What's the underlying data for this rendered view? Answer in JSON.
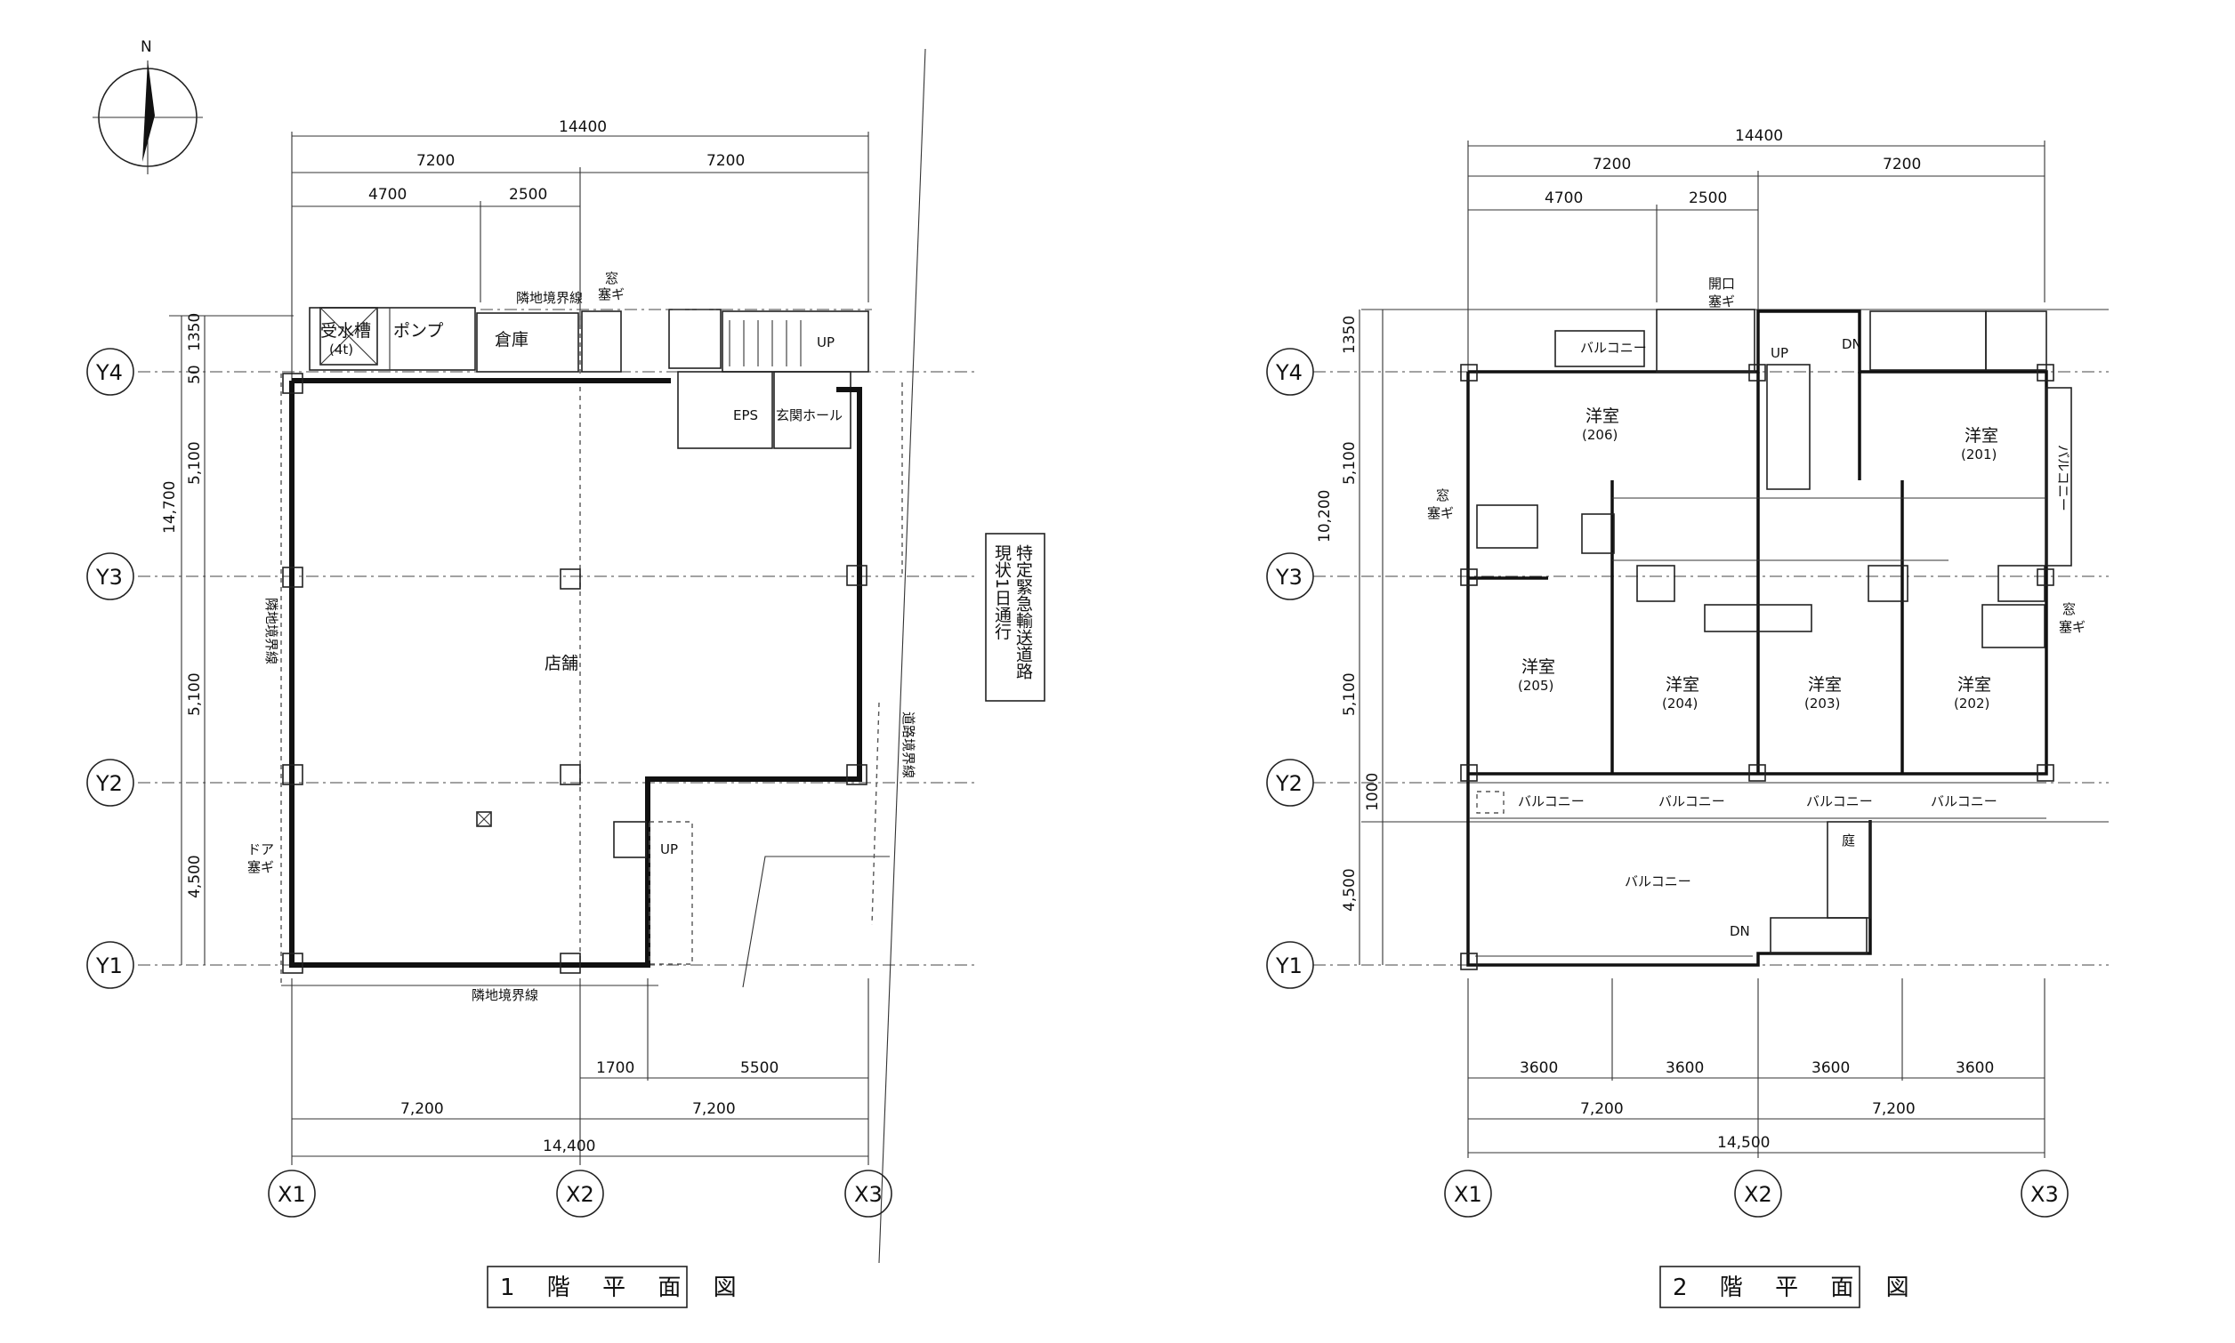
{
  "compass": {
    "north": "N"
  },
  "grid": {
    "x": [
      "X1",
      "X2",
      "X3"
    ],
    "y": [
      "Y1",
      "Y2",
      "Y3",
      "Y4"
    ]
  },
  "floor1": {
    "title": "1 階 平 面 図",
    "dims_top": {
      "total": "14400",
      "half_left": "7200",
      "half_right": "7200",
      "sub_a": "4700",
      "sub_b": "2500"
    },
    "dims_left": {
      "top_a": "1350",
      "top_b": "50",
      "a": "5,100",
      "b": "5,100",
      "c": "4,500",
      "total": "14,700"
    },
    "dims_bottom": {
      "a": "1700",
      "b": "5500",
      "half_left": "7,200",
      "half_right": "7,200",
      "total": "14,400"
    },
    "rooms": {
      "water_tank": "受水槽",
      "water_tank_cap": "(4t)",
      "pump": "ポンプ",
      "storage": "倉庫",
      "up": "UP",
      "eps": "EPS",
      "hall": "玄関ホール",
      "shop": "店舗",
      "stair_up": "UP",
      "window": "窓",
      "window_sub": "塞ギ",
      "door": "ドア",
      "door_sub": "塞ギ"
    },
    "boundary": {
      "top": "隣地境界線",
      "left": "隣地境界線",
      "bottom": "隣地境界線",
      "road": "道路境界線"
    },
    "road_note": [
      "特定緊急輸送道路",
      "現状1日通行"
    ]
  },
  "floor2": {
    "title": "2 階 平 面 図",
    "dims_top": {
      "total": "14400",
      "half_left": "7200",
      "half_right": "7200",
      "sub_a": "4700",
      "sub_b": "2500"
    },
    "dims_left": {
      "top": "1350",
      "a": "5,100",
      "b": "5,100",
      "c": "4,500",
      "d": "1000",
      "total": "10,200"
    },
    "dims_bottom": {
      "u1": "3600",
      "u2": "3600",
      "u3": "3600",
      "u4": "3600",
      "half_left": "7,200",
      "half_right": "7,200",
      "total": "14,500"
    },
    "rooms": {
      "r206": "洋室",
      "r206_no": "(206)",
      "r201": "洋室",
      "r201_no": "(201)",
      "r205": "洋室",
      "r205_no": "(205)",
      "r204": "洋室",
      "r204_no": "(204)",
      "r203": "洋室",
      "r203_no": "(203)",
      "r202": "洋室",
      "r202_no": "(202)",
      "balcony": "バルコニー",
      "balcony_top": "バルコニー",
      "balcony_side": "バルコニー",
      "bal1": "バルコニー",
      "bal2": "バルコニー",
      "bal3": "バルコニー",
      "bal4": "バルコニー",
      "up": "UP",
      "dn": "DN",
      "dn2": "DN",
      "garden": "庭",
      "opening": "開口",
      "opening_sub": "塞ギ",
      "window_l": "窓",
      "window_l_sub": "塞ギ",
      "window_r": "窓",
      "window_r_sub": "塞ギ"
    }
  },
  "colors": {
    "ink": "#111111",
    "paper": "#ffffff"
  }
}
